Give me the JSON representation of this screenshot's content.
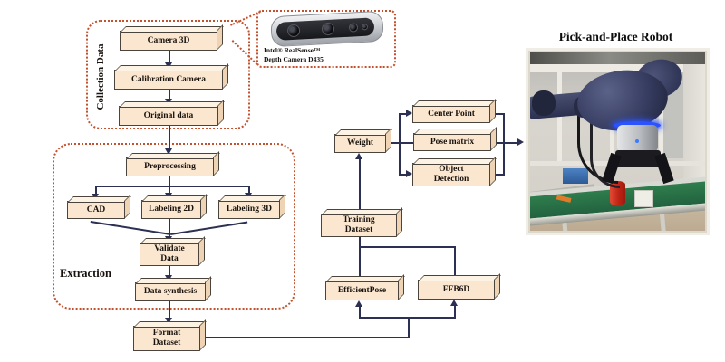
{
  "figure": {
    "type": "pipeline-flowchart",
    "colors": {
      "box_fill": "#fbe7d0",
      "box_border": "#4b443c",
      "connector": "#2c3052",
      "section_border": "#c4512d"
    }
  },
  "sections": {
    "collection": "Collection Data",
    "extraction": "Extraction"
  },
  "nodes": {
    "camera_3d": "Camera 3D",
    "calibration_camera": "Calibration Camera",
    "original_data": "Original data",
    "preprocessing": "Preprocessing",
    "cad": "CAD",
    "labeling_2d": "Labeling 2D",
    "labeling_3d": "Labeling 3D",
    "validate_data": "Validate\nData",
    "data_synthesis": "Data synthesis",
    "format_dataset": "Format\nDataset",
    "training_dataset": "Training\nDataset",
    "efficientpose": "EfficientPose",
    "ffb6d": "FFB6D",
    "weight": "Weight",
    "center_point": "Center Point",
    "pose_matrix": "Pose matrix",
    "object_detection": "Object\nDetection"
  },
  "callout": {
    "caption": "Intel® RealSense™\nDepth Camera D435"
  },
  "robot": {
    "title": "Pick-and-Place Robot"
  }
}
